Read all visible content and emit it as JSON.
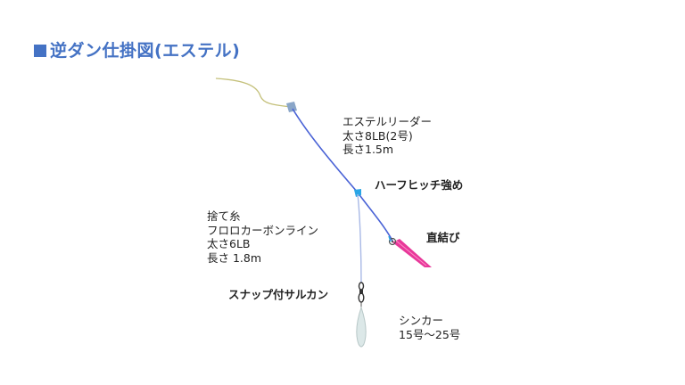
{
  "title": "逆ダン仕掛図(エステル)",
  "labels": {
    "leader": [
      "エステルリーダー",
      "太さ8LB(2号)",
      "長さ1.5m"
    ],
    "knot_half_hitch": "ハーフヒッチ強め",
    "knot_direct": "直結び",
    "sute_ito": [
      "捨て糸",
      "フロロカーボンライン",
      "太さ6LB",
      "長さ 1.8m"
    ],
    "snap": "スナップ付サルカン",
    "sinker": [
      "シンカー",
      "15号〜25号"
    ]
  },
  "colors": {
    "title": "#4472c4",
    "main_line": "#c4c07a",
    "leader_line": "#4a63d6",
    "sute_line": "#a9b9e6",
    "egi": "#e8389a",
    "sinker": "#dce8e8"
  }
}
